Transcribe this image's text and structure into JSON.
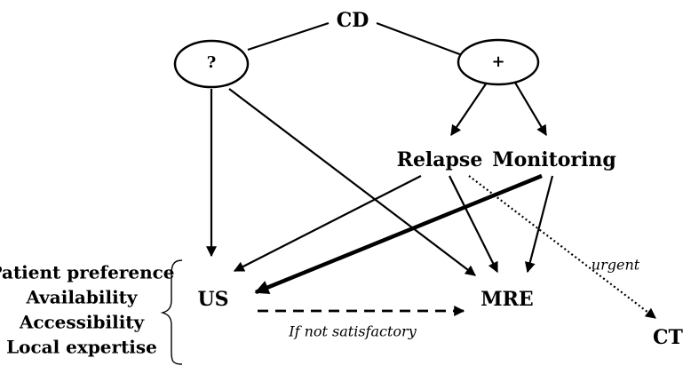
{
  "nodes": {
    "root": "CD",
    "unknown": "?",
    "positive": "+",
    "relapse": "Relapse",
    "monitoring": "Monitoring",
    "us": "US",
    "mre": "MRE",
    "ct": "CT"
  },
  "factors": [
    "Patient preference",
    "Availability",
    "Accessibility",
    "Local expertise"
  ],
  "edge_labels": {
    "urgent": "urgent",
    "if_not_satisfactory": "If not satisfactory"
  },
  "edges": [
    {
      "from": "root",
      "to": "unknown",
      "style": "line"
    },
    {
      "from": "root",
      "to": "positive",
      "style": "line"
    },
    {
      "from": "positive",
      "to": "relapse",
      "style": "arrow"
    },
    {
      "from": "positive",
      "to": "monitoring",
      "style": "arrow"
    },
    {
      "from": "unknown",
      "to": "us",
      "style": "arrow"
    },
    {
      "from": "unknown",
      "to": "mre",
      "style": "arrow"
    },
    {
      "from": "relapse",
      "to": "us",
      "style": "arrow"
    },
    {
      "from": "relapse",
      "to": "mre",
      "style": "arrow"
    },
    {
      "from": "monitoring",
      "to": "us",
      "style": "thick-arrow"
    },
    {
      "from": "monitoring",
      "to": "mre",
      "style": "arrow"
    },
    {
      "from": "relapse",
      "to": "ct",
      "style": "dotted-arrow",
      "label": "urgent"
    },
    {
      "from": "us",
      "to": "mre",
      "style": "dashed-arrow",
      "label": "if_not_satisfactory"
    }
  ]
}
